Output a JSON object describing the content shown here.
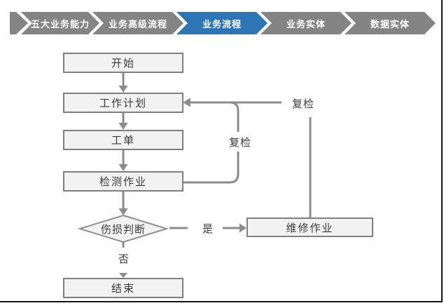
{
  "nav": {
    "tabs": [
      {
        "id": "five-capabilities",
        "label": "五大业务能力",
        "active": false
      },
      {
        "id": "high-level-process",
        "label": "业务高级流程",
        "active": false
      },
      {
        "id": "business-process",
        "label": "业务流程",
        "active": true
      },
      {
        "id": "business-entity",
        "label": "业务实体",
        "active": false
      },
      {
        "id": "data-entity",
        "label": "数据实体",
        "active": false
      }
    ],
    "active_color": "#2E75B6",
    "inactive_color": "#848484"
  },
  "flowchart": {
    "nodes": [
      {
        "id": "start",
        "label": "开始",
        "type": "process"
      },
      {
        "id": "work-plan",
        "label": "工作计划",
        "type": "process"
      },
      {
        "id": "work-order",
        "label": "工单",
        "type": "process"
      },
      {
        "id": "inspection-job",
        "label": "检测作业",
        "type": "process"
      },
      {
        "id": "damage-judgment",
        "label": "伤损判断",
        "type": "decision"
      },
      {
        "id": "repair-job",
        "label": "维修作业",
        "type": "process"
      },
      {
        "id": "end",
        "label": "结束",
        "type": "process"
      }
    ],
    "edge_labels": {
      "yes": "是",
      "no": "否",
      "recheck_inner": "复检",
      "recheck_outer": "复检"
    },
    "colors": {
      "node_fill": "#F2F2F2",
      "node_border": "#7F7F7F",
      "connector": "#8C8C8C"
    }
  }
}
